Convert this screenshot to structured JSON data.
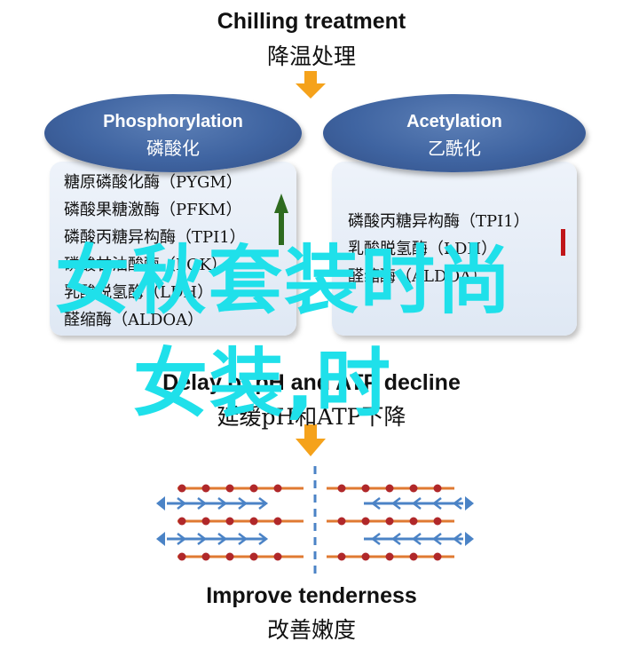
{
  "header": {
    "title_en": "Chilling treatment",
    "title_zh": "降温处理"
  },
  "left": {
    "title_en": "Phosphorylation",
    "title_zh": "磷酸化",
    "items": [
      "糖原磷酸化酶（PYGM）",
      "磷酸果糖激酶（PFKM）",
      "磷酸丙糖异构酶（TPI1）",
      "磷酸甘油酸酶（PGK）",
      "乳酸脱氢酶（LDH）",
      "醛缩酶（ALDOA）"
    ]
  },
  "right": {
    "title_en": "Acetylation",
    "title_zh": "乙酰化",
    "items": [
      "磷酸丙糖异构酶（TPI1）",
      "乳酸脱氢酶（LDH）",
      "醛缩酶（ALDOA）"
    ]
  },
  "middle": {
    "title_en": "Delay of pH and ATP decline",
    "title_zh": "延缓pH和ATP下降"
  },
  "footer": {
    "title_en": "Improve tenderness",
    "title_zh": "改善嫩度"
  },
  "watermark": {
    "line1": "女秋套装时尚",
    "line2": "女装,时"
  },
  "colors": {
    "arrow_orange": "#f5a21b",
    "oval_blue": "#3f64a1",
    "up_arrow_green": "#2e6b1f",
    "down_bar_red": "#c0161a",
    "fiber_orange": "#e07a32",
    "fiber_blue": "#4b83c6",
    "bead_red": "#b0282a",
    "watermark_cyan": "#1fe0ea"
  }
}
